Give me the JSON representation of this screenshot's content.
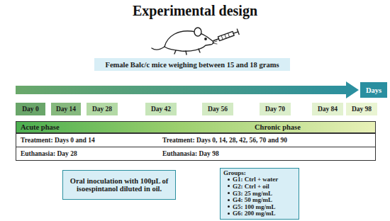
{
  "diagram": {
    "title": "Experimental design",
    "nodes": [
      {
        "text": [
          "Female Balc/c mice weighing between 15 and 18 grams"
        ]
      },
      {
        "text": [
          "Days"
        ]
      },
      {
        "text": [
          "Day 0"
        ]
      },
      {
        "text": [
          "Day 14"
        ]
      },
      {
        "text": [
          "Day 28"
        ]
      },
      {
        "text": [
          "Day 42"
        ]
      },
      {
        "text": [
          "Day 56"
        ]
      },
      {
        "text": [
          "Day 70"
        ]
      },
      {
        "text": [
          "Day 84"
        ]
      },
      {
        "text": [
          "Day 98"
        ]
      },
      {
        "text": [
          "Acute phase",
          "Chronic phase"
        ]
      },
      {
        "text": [
          "Treatment: Days 0 and 14",
          "Treatment: Days 0, 14, 28, 42, 56, 70 and 90"
        ]
      },
      {
        "text": [
          "Euthanasia: Day 28",
          "Euthanasia: Day 98"
        ]
      },
      {
        "text": [
          "Oral inoculation with 100μL of isoespintanol diluted in oil."
        ]
      },
      {
        "text": [
          "Groups:",
          "G1: Ctrl + water",
          "G2: Ctrl + oil",
          "G3: 25 mg/mL",
          "G4: 50 mg/mL",
          "G5: 100 mg/mL",
          "G6: 200 mg/mL"
        ]
      }
    ]
  }
}
